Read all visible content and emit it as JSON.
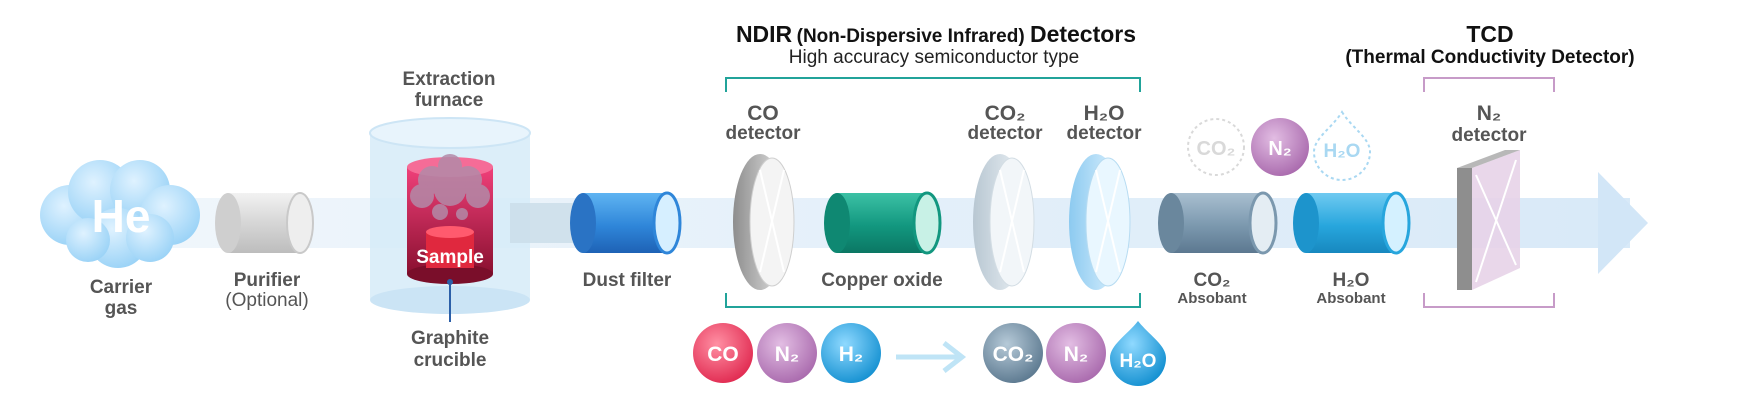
{
  "carrier": {
    "gas_symbol": "He",
    "label_line1": "Carrier",
    "label_line2": "gas"
  },
  "purifier": {
    "label": "Purifier",
    "note": "(Optional)"
  },
  "furnace": {
    "title_line1": "Extraction",
    "title_line2": "furnace",
    "sample_label": "Sample",
    "crucible_line1": "Graphite",
    "crucible_line2": "crucible"
  },
  "dust_filter": {
    "label": "Dust filter"
  },
  "ndir": {
    "title_main": "NDIR",
    "title_paren": "(Non-Dispersive Infrared)",
    "title_end": "Detectors",
    "subtitle": "High accuracy semiconductor type",
    "co_detector": {
      "line1": "CO",
      "line2": "detector"
    },
    "co2_detector": {
      "line1": "CO₂",
      "line2": "detector"
    },
    "h2o_detector": {
      "line1": "H₂O",
      "line2": "detector"
    },
    "copper_oxide": "Copper oxide"
  },
  "absorbants": {
    "co2": {
      "line1": "CO₂",
      "line2": "Absobant"
    },
    "h2o": {
      "line1": "H₂O",
      "line2": "Absobant"
    }
  },
  "tcd": {
    "title": "TCD",
    "subtitle": "(Thermal Conductivity Detector)",
    "detector_line1": "N₂",
    "detector_line2": "detector"
  },
  "bubbles_top": {
    "co2": "CO₂",
    "n2": "N₂",
    "h2o": "H₂O"
  },
  "reaction": {
    "reactants": [
      "CO",
      "N₂",
      "H₂"
    ],
    "products": [
      "CO₂",
      "N₂",
      "H₂O"
    ]
  },
  "colors": {
    "flow": "#dcebf8",
    "ndir_bracket": "#21a39a",
    "tcd_bracket": "#c79bc8",
    "co_bubble": "#e8405f",
    "n2_bubble": "#b57cb8",
    "h2_bubble": "#1ea3df",
    "co2_bubble": "#6f8aa0",
    "copper_oxide": "#12977f",
    "dust_filter": "#2f86d9",
    "co2_absorbant": "#7b98ae",
    "h2o_absorbant": "#27a6dd"
  }
}
